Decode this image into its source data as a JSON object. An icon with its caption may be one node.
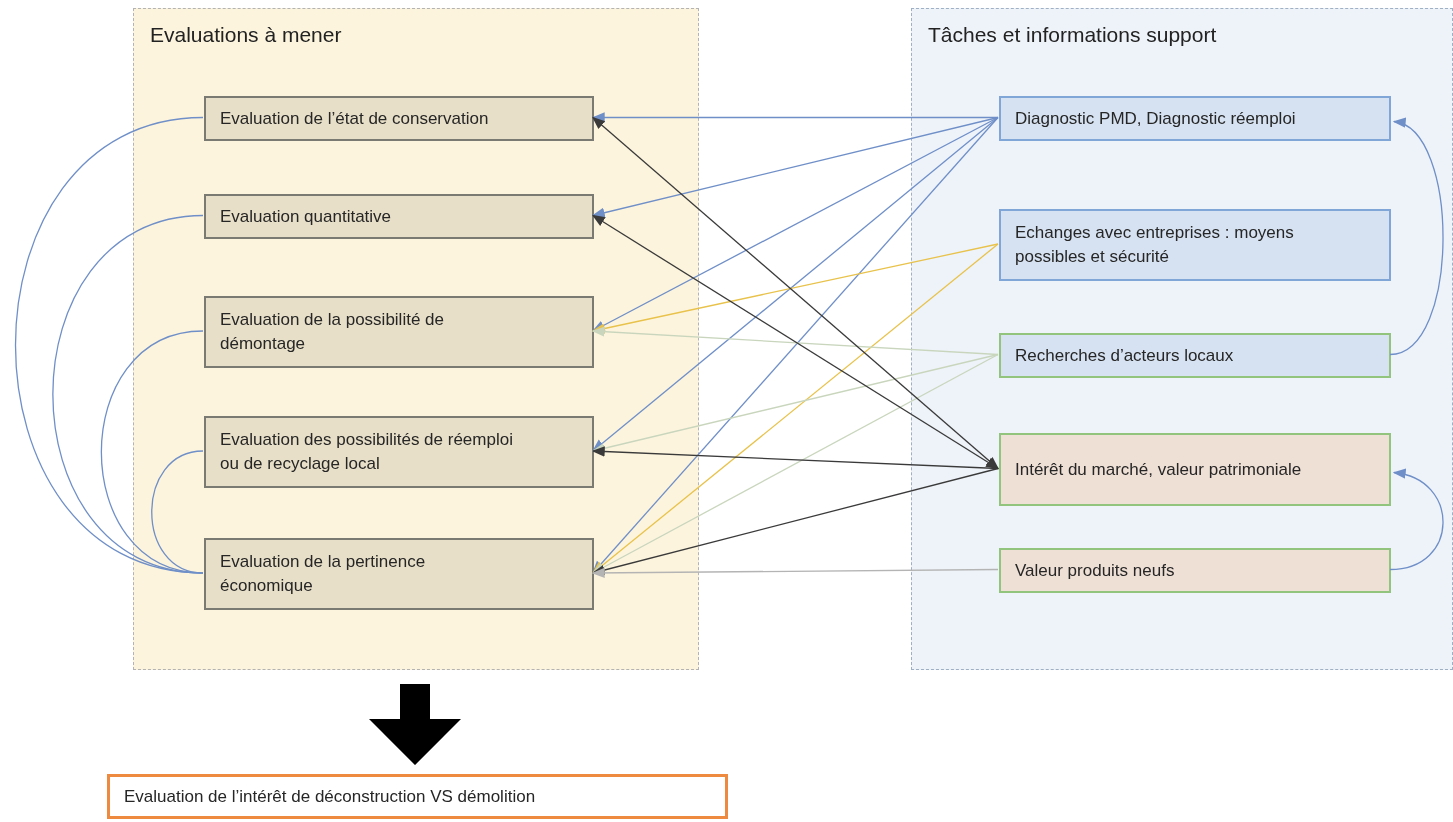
{
  "diagram": {
    "nodes": [
      {
        "text": [
          "Evaluations à mener"
        ]
      },
      {
        "text": [
          "Evaluation de l’état de conservation"
        ],
        "in": 0
      },
      {
        "text": [
          "Evaluation quantitative"
        ],
        "in": 0
      },
      {
        "text": [
          "Evaluation de la possibilité de démontage"
        ],
        "in": 0
      },
      {
        "text": [
          "Evaluation des possibilités de réemploi ou de recyclage local"
        ],
        "in": 0
      },
      {
        "text": [
          "Evaluation de la pertinence économique"
        ],
        "in": 0
      },
      {
        "text": [
          "Tâches et informations support"
        ]
      },
      {
        "text": [
          "Diagnostic PMD, Diagnostic réemploi"
        ],
        "in": 6
      },
      {
        "text": [
          "Echanges avec entreprises : moyens possibles et sécurité"
        ],
        "in": 6
      },
      {
        "text": [
          "Recherches d’acteurs locaux"
        ],
        "in": 6
      },
      {
        "text": [
          "Intérêt du marché, valeur patrimoniale"
        ],
        "in": 6
      },
      {
        "text": [
          "Valeur produits neufs"
        ],
        "in": 6
      },
      {
        "text": [
          "Evaluation de l’intérêt de déconstruction VS démolition"
        ]
      }
    ],
    "edges": [
      {
        "from": 7,
        "to": 1,
        "arrow": "to"
      },
      {
        "from": 7,
        "to": 2,
        "arrow": "to"
      },
      {
        "from": 7,
        "to": 3,
        "arrow": "to"
      },
      {
        "from": 7,
        "to": 4,
        "arrow": "to"
      },
      {
        "from": 7,
        "to": 5,
        "arrow": "to"
      },
      {
        "from": 8,
        "to": 3,
        "arrow": "to",
        "color": "#e8c24a"
      },
      {
        "from": 8,
        "to": 5,
        "arrow": "to",
        "color": "#e8c24a"
      },
      {
        "from": 9,
        "to": 3,
        "arrow": "to",
        "color": "#c9d6bd"
      },
      {
        "from": 9,
        "to": 4,
        "arrow": "to",
        "color": "#c9d6bd"
      },
      {
        "from": 9,
        "to": 5,
        "arrow": "to",
        "color": "#c9d6bd"
      },
      {
        "from": 1,
        "to": 10,
        "arrow": "both",
        "color": "#3a3a3a"
      },
      {
        "from": 2,
        "to": 10,
        "arrow": "both",
        "color": "#3a3a3a"
      },
      {
        "from": 10,
        "to": 4,
        "arrow": "to",
        "color": "#3a3a3a"
      },
      {
        "from": 10,
        "to": 5,
        "arrow": "to",
        "color": "#3a3a3a"
      },
      {
        "from": 11,
        "to": 5,
        "arrow": "to",
        "color": "#b4b4b4"
      },
      {
        "from": 9,
        "to": 7,
        "arrow": "to"
      },
      {
        "from": 11,
        "to": 10,
        "arrow": "to"
      },
      {
        "from": 1,
        "to": 5,
        "arrow": "none"
      },
      {
        "from": 2,
        "to": 5,
        "arrow": "none"
      },
      {
        "from": 3,
        "to": 5,
        "arrow": "none"
      },
      {
        "from": 4,
        "to": 5,
        "arrow": "none"
      },
      {
        "from": 0,
        "to": 12,
        "arrow": "to",
        "style": "thick",
        "color": "#000000"
      }
    ]
  }
}
